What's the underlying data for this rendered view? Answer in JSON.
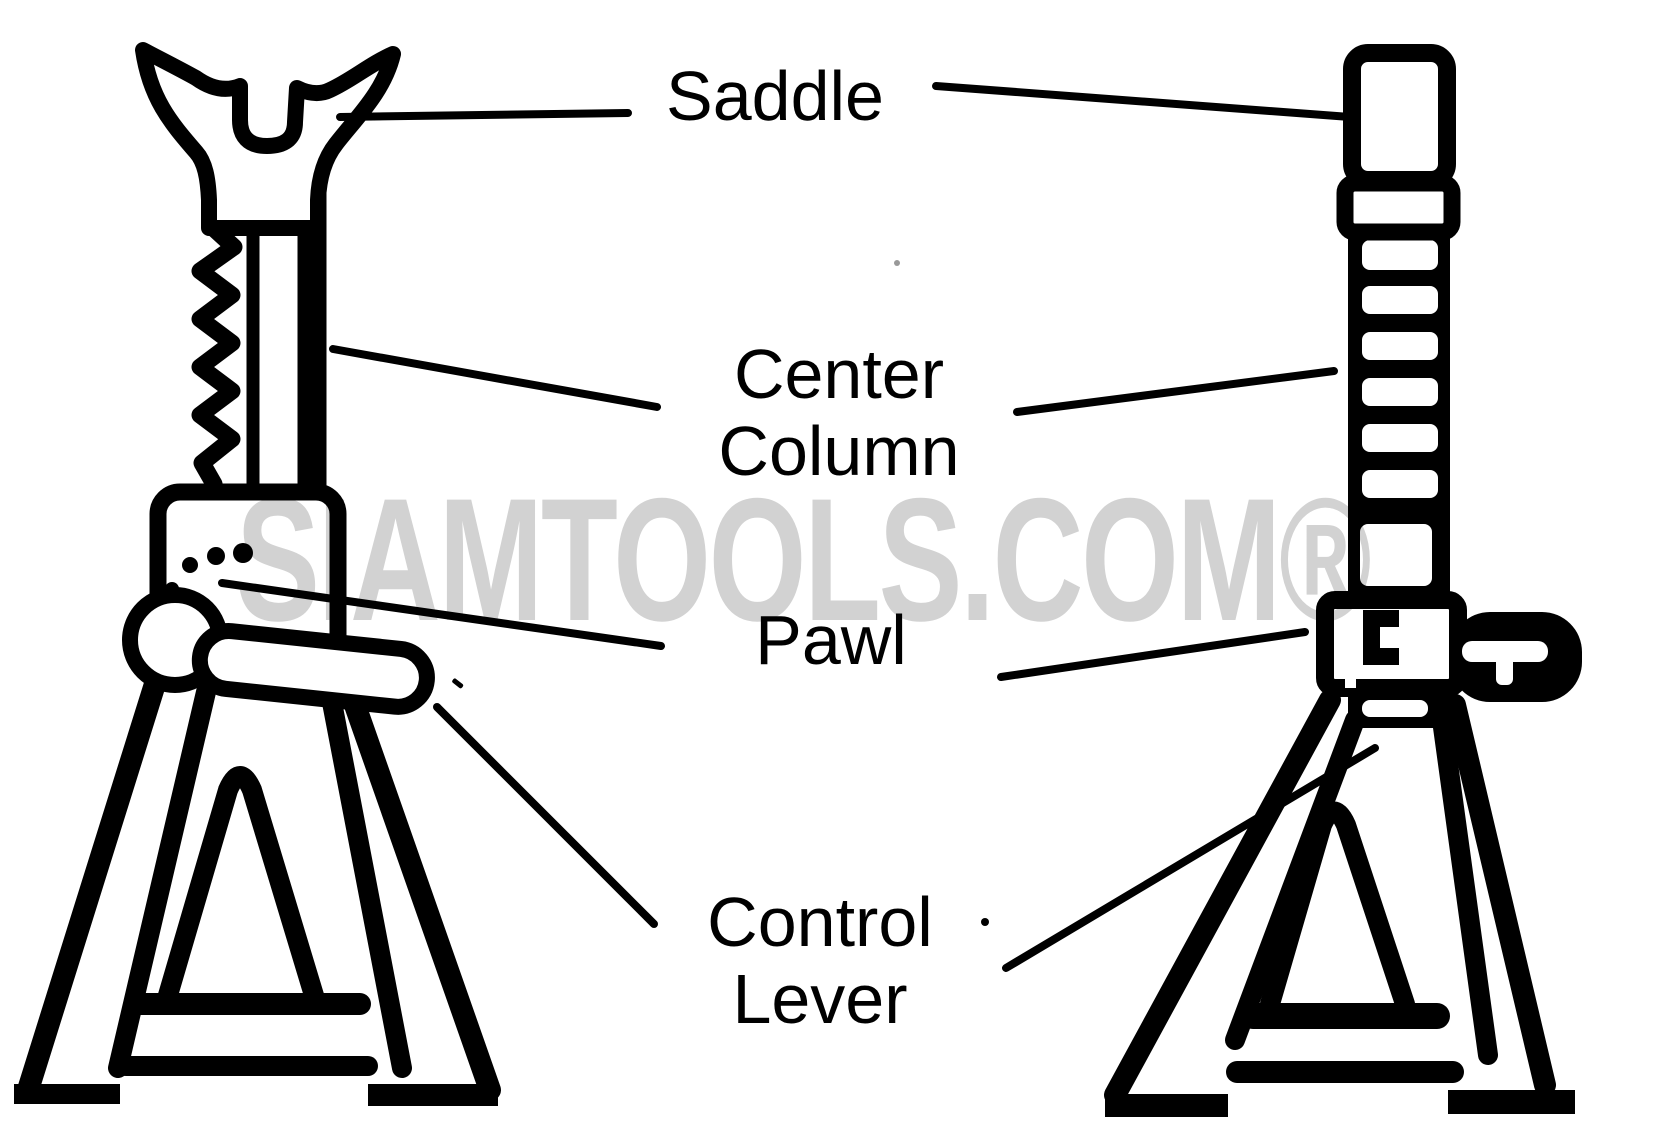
{
  "watermark": {
    "text": "SIAMTOOLS.COM®",
    "color": "#d2d2d2"
  },
  "labels": {
    "saddle": "Saddle",
    "center_column": {
      "line1": "Center",
      "line2": "Column"
    },
    "pawl": "Pawl",
    "control_lever": {
      "line1": "Control",
      "line2": "Lever"
    }
  },
  "colors": {
    "ink": "#000000",
    "watermark_gray": "#d2d2d2",
    "background": "#ffffff"
  }
}
